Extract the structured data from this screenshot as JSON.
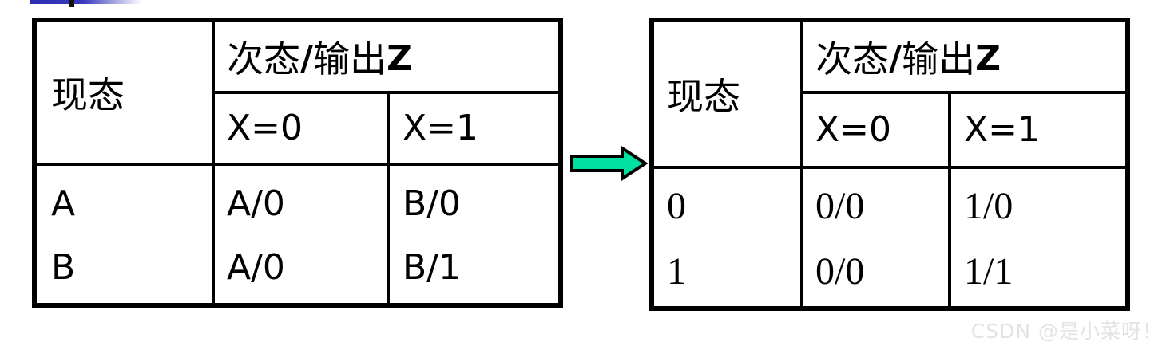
{
  "page": {
    "background": "#ffffff",
    "title_remnant_color": "#2d2db4"
  },
  "arrow": {
    "name": "transform-arrow",
    "fill": "#00e0a0",
    "stroke": "#000000",
    "direction": "right",
    "meaning": "converts symbolic state table to binary coded state table"
  },
  "tables": [
    {
      "id": "symbolic-state-table",
      "headers": {
        "present_state": "现态",
        "next_state_output": {
          "prefix": "次态",
          "slash": "/",
          "middle": "输出",
          "suffix": "Z"
        },
        "input_cols": [
          "X=0",
          "X=1"
        ]
      },
      "rows": [
        {
          "present_state": "A",
          "x0": "A/0",
          "x1": "B/0"
        },
        {
          "present_state": "B",
          "x0": "A/0",
          "x1": "B/1"
        }
      ]
    },
    {
      "id": "binary-state-table",
      "headers": {
        "present_state": "现态",
        "next_state_output": {
          "prefix": "次态",
          "slash": "/",
          "middle": "输出",
          "suffix": "Z"
        },
        "input_cols": [
          "X=0",
          "X=1"
        ]
      },
      "rows": [
        {
          "present_state": "0",
          "x0": "0/0",
          "x1": "1/0"
        },
        {
          "present_state": "1",
          "x0": "0/0",
          "x1": "1/1"
        }
      ]
    }
  ],
  "watermark": {
    "text": "CSDN @是小菜呀！",
    "color": "#e3e3e3"
  }
}
